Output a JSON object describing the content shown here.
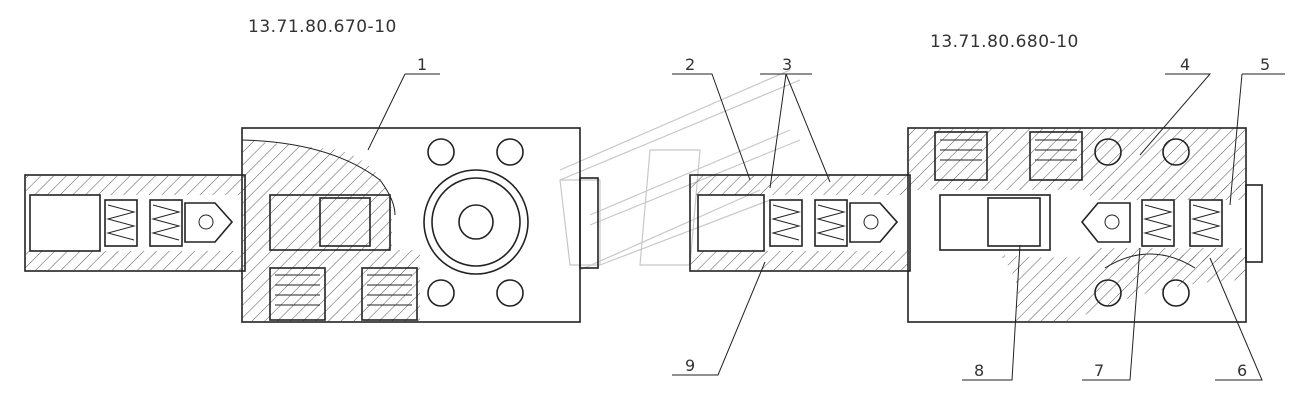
{
  "left_assembly": {
    "code": "13.71.80.670-10"
  },
  "right_assembly": {
    "code": "13.71.80.680-10"
  },
  "callouts": [
    {
      "id": "c1",
      "text": "1"
    },
    {
      "id": "c2",
      "text": "2"
    },
    {
      "id": "c3",
      "text": "3"
    },
    {
      "id": "c4",
      "text": "4"
    },
    {
      "id": "c5",
      "text": "5"
    },
    {
      "id": "c6",
      "text": "6"
    },
    {
      "id": "c7",
      "text": "7"
    },
    {
      "id": "c8",
      "text": "8"
    },
    {
      "id": "c9",
      "text": "9"
    }
  ]
}
